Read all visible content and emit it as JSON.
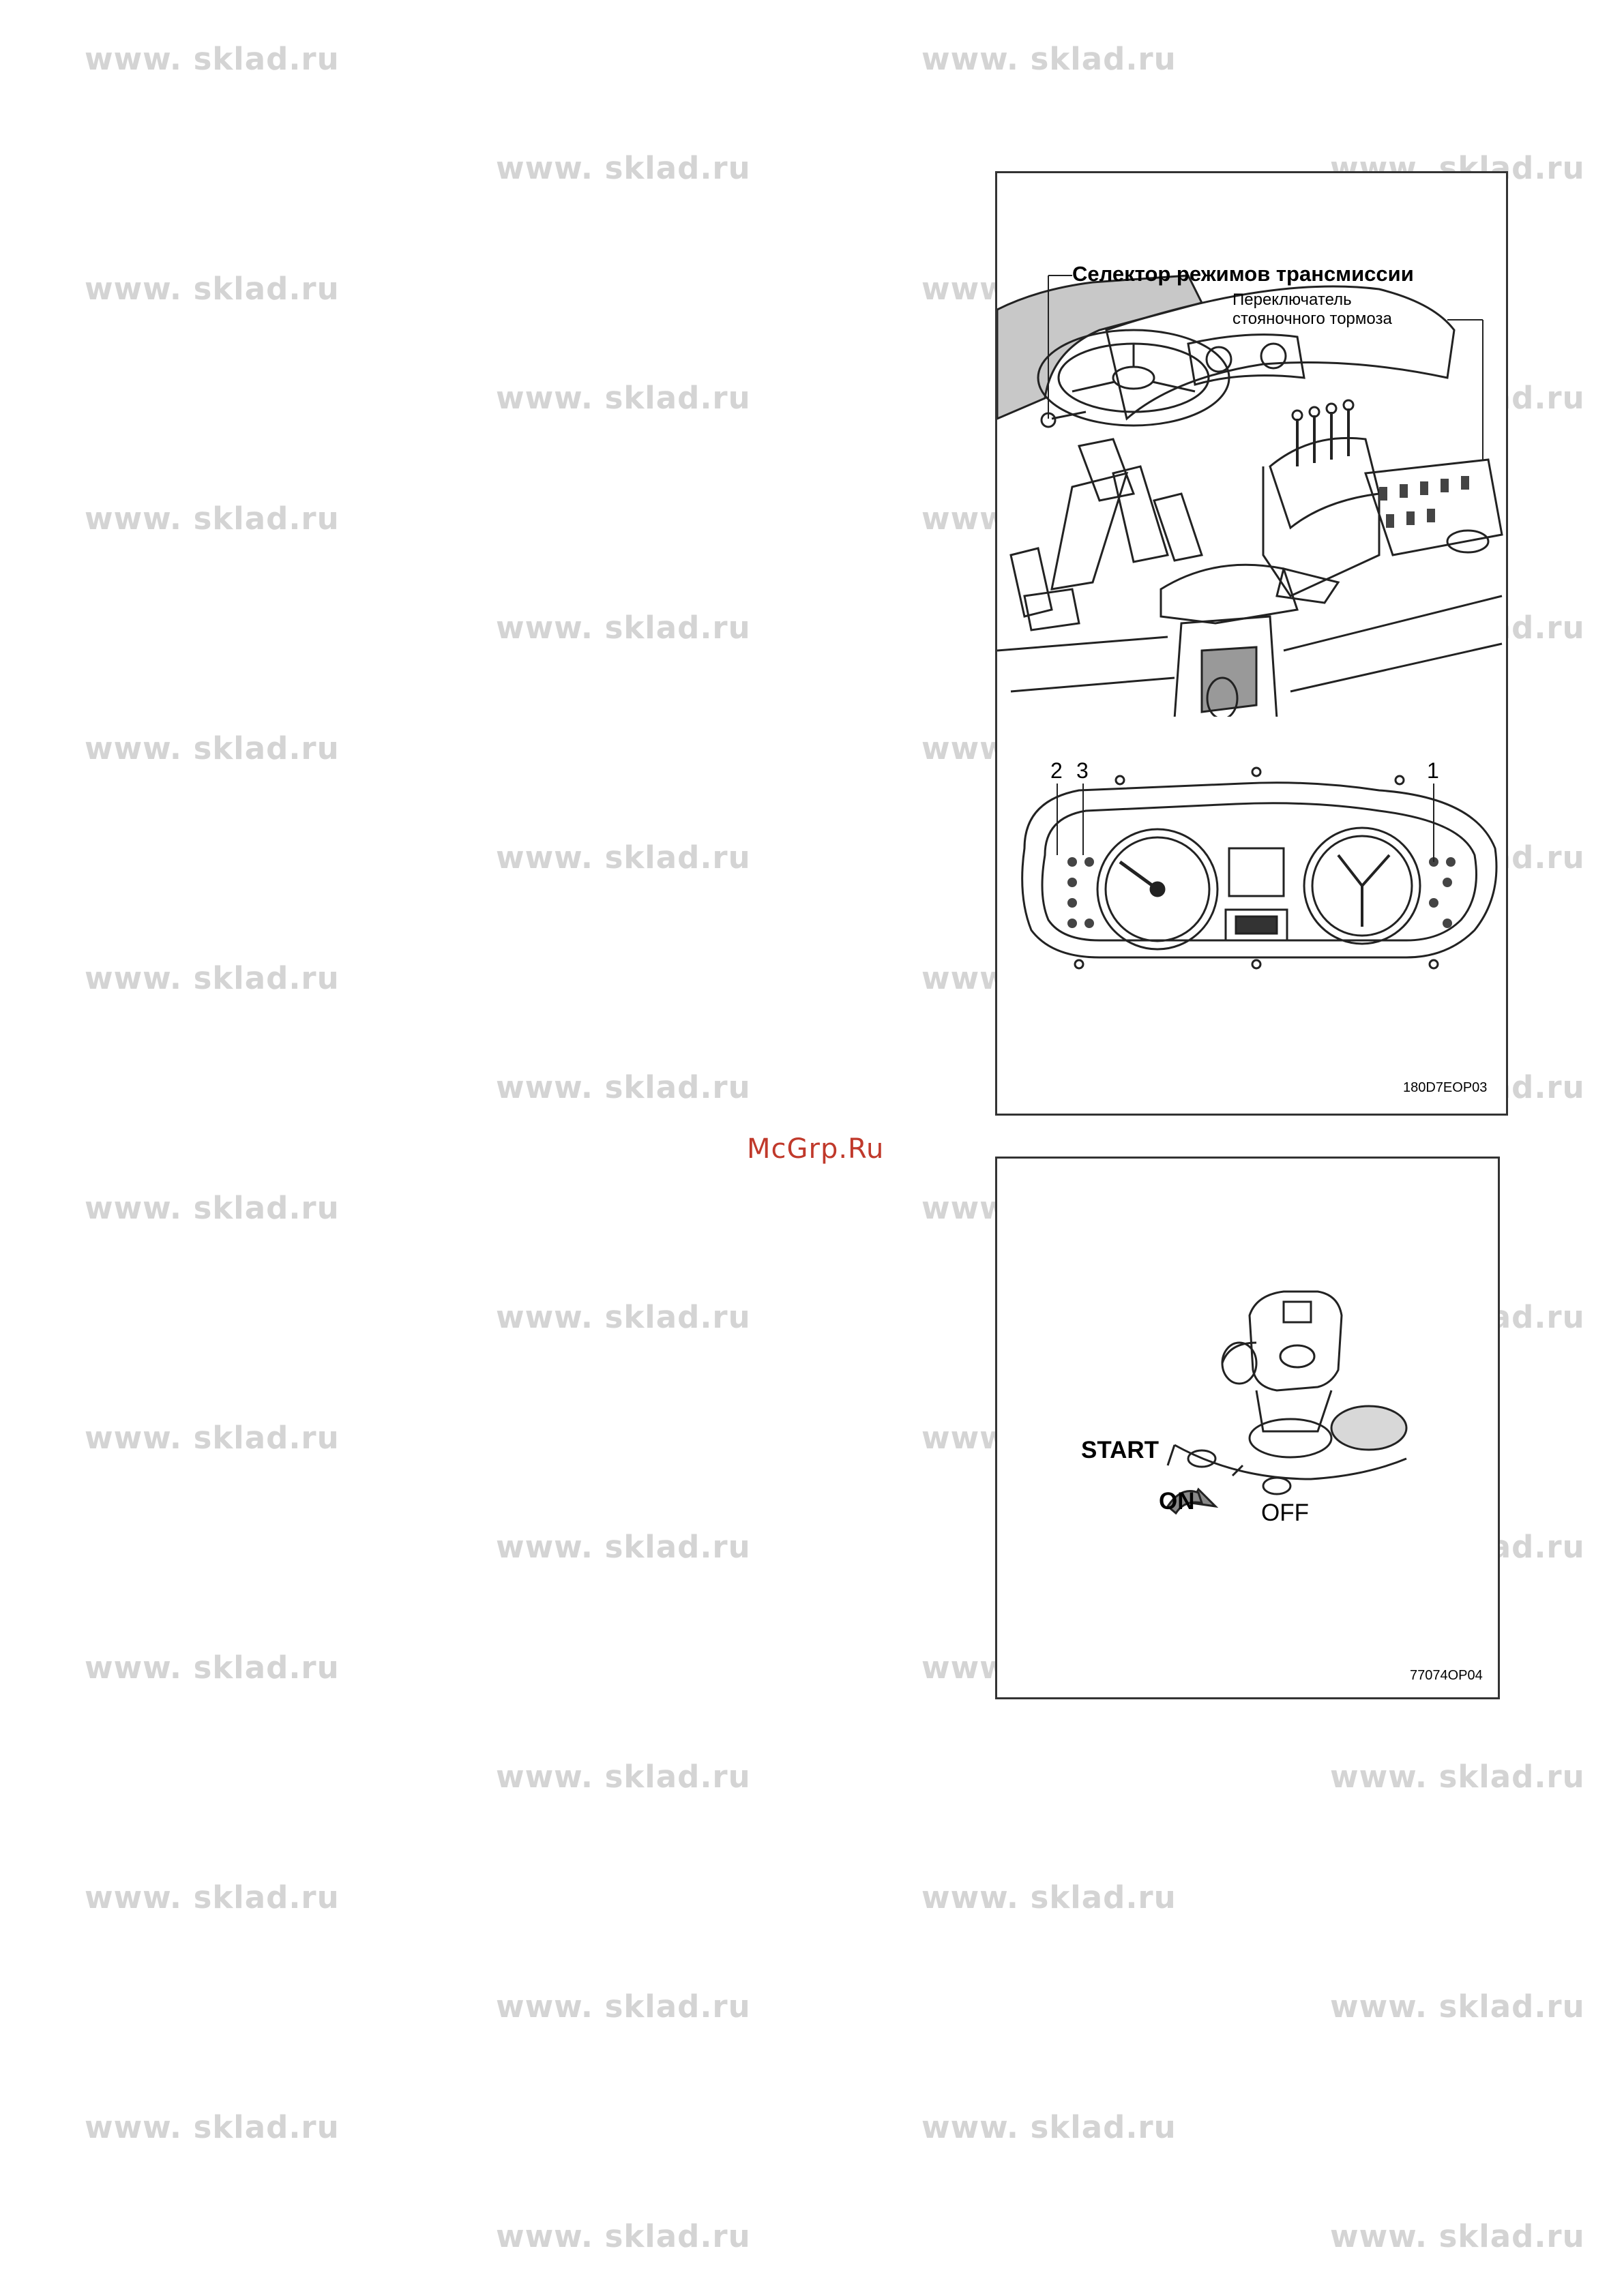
{
  "watermark": {
    "text": "www. sklad.ru"
  },
  "site_mark": {
    "text": "McGrp.Ru",
    "color": "#c0392b"
  },
  "figure_cab": {
    "label_transmission": "Селектор режимов трансмиссии",
    "label_parking_line1": "Переключатель",
    "label_parking_line2": "стояночного тормоза",
    "callout_2": "2",
    "callout_3": "3",
    "callout_1": "1",
    "code": "180D7EOP03"
  },
  "figure_key": {
    "start": "START",
    "on": "ON",
    "off": "OFF",
    "code": "77074OP04"
  }
}
